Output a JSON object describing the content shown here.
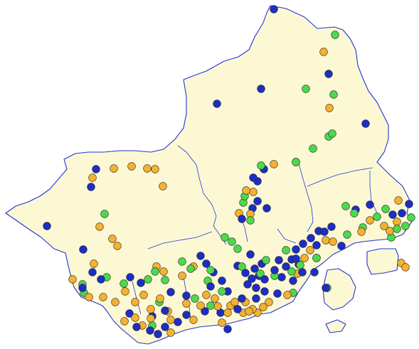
{
  "colors": {
    "land": "#fdf8d4",
    "border": "#1f35d6",
    "background": "#ffffff",
    "marker_stroke": "#2a2a2a"
  },
  "legend": [],
  "marker_categories": [
    {
      "key": "b",
      "color": "#1c2ec4"
    },
    {
      "key": "o",
      "color": "#f5b130"
    },
    {
      "key": "g",
      "color": "#4cd94c"
    }
  ],
  "markers": {
    "b": [
      [
        385,
        13
      ],
      [
        462,
        104
      ],
      [
        367,
        125
      ],
      [
        305,
        146
      ],
      [
        514,
        174
      ],
      [
        135,
        238
      ],
      [
        128,
        263
      ],
      [
        371,
        238
      ],
      [
        362,
        255
      ],
      [
        356,
        250
      ],
      [
        362,
        283
      ],
      [
        355,
        293
      ],
      [
        340,
        308
      ],
      [
        375,
        293
      ],
      [
        66,
        318
      ],
      [
        117,
        351
      ],
      [
        130,
        383
      ],
      [
        142,
        393
      ],
      [
        116,
        405
      ],
      [
        183,
        390
      ],
      [
        198,
        398
      ],
      [
        182,
        441
      ],
      [
        192,
        460
      ],
      [
        211,
        465
      ],
      [
        222,
        470
      ],
      [
        214,
        445
      ],
      [
        232,
        437
      ],
      [
        240,
        411
      ],
      [
        262,
        416
      ],
      [
        282,
        360
      ],
      [
        290,
        371
      ],
      [
        300,
        383
      ],
      [
        296,
        403
      ],
      [
        312,
        395
      ],
      [
        320,
        410
      ],
      [
        334,
        374
      ],
      [
        352,
        358
      ],
      [
        358,
        378
      ],
      [
        368,
        371
      ],
      [
        372,
        393
      ],
      [
        386,
        380
      ],
      [
        392,
        366
      ],
      [
        402,
        375
      ],
      [
        410,
        365
      ],
      [
        416,
        351
      ],
      [
        426,
        343
      ],
      [
        437,
        335
      ],
      [
        448,
        325
      ],
      [
        456,
        326
      ],
      [
        466,
        319
      ],
      [
        445,
        345
      ],
      [
        372,
        410
      ],
      [
        390,
        413
      ],
      [
        412,
        395
      ],
      [
        425,
        383
      ],
      [
        360,
        420
      ],
      [
        348,
        400
      ],
      [
        340,
        420
      ],
      [
        334,
        435
      ],
      [
        310,
        440
      ],
      [
        288,
        438
      ],
      [
        262,
        443
      ],
      [
        250,
        453
      ],
      [
        232,
        460
      ],
      [
        320,
        463
      ],
      [
        442,
        383
      ],
      [
        458,
        405
      ],
      [
        552,
        302
      ],
      [
        575,
        287
      ],
      [
        565,
        300
      ],
      [
        520,
        288
      ],
      [
        500,
        295
      ],
      [
        480,
        346
      ],
      [
        345,
        384
      ],
      [
        354,
        392
      ],
      [
        360,
        405
      ],
      [
        364,
        388
      ],
      [
        396,
        390
      ],
      [
        416,
        364
      ],
      [
        420,
        372
      ]
    ],
    "o": [
      [
        455,
        73
      ],
      [
        463,
        152
      ],
      [
        130,
        250
      ],
      [
        160,
        237
      ],
      [
        185,
        234
      ],
      [
        207,
        237
      ],
      [
        218,
        238
      ],
      [
        229,
        262
      ],
      [
        385,
        231
      ],
      [
        416,
        228
      ],
      [
        346,
        268
      ],
      [
        356,
        270
      ],
      [
        336,
        300
      ],
      [
        352,
        301
      ],
      [
        140,
        319
      ],
      [
        158,
        336
      ],
      [
        165,
        346
      ],
      [
        132,
        371
      ],
      [
        102,
        393
      ],
      [
        125,
        418
      ],
      [
        145,
        418
      ],
      [
        162,
        425
      ],
      [
        176,
        410
      ],
      [
        190,
        425
      ],
      [
        202,
        415
      ],
      [
        212,
        435
      ],
      [
        225,
        420
      ],
      [
        236,
        438
      ],
      [
        240,
        450
      ],
      [
        240,
        468
      ],
      [
        262,
        427
      ],
      [
        272,
        450
      ],
      [
        282,
        430
      ],
      [
        290,
        415
      ],
      [
        302,
        420
      ],
      [
        306,
        431
      ],
      [
        320,
        440
      ],
      [
        330,
        425
      ],
      [
        342,
        440
      ],
      [
        345,
        425
      ],
      [
        355,
        435
      ],
      [
        362,
        440
      ],
      [
        370,
        432
      ],
      [
        378,
        425
      ],
      [
        404,
        415
      ],
      [
        418,
        385
      ],
      [
        428,
        363
      ],
      [
        436,
        352
      ],
      [
        445,
        363
      ],
      [
        458,
        338
      ],
      [
        468,
        340
      ],
      [
        508,
        326
      ],
      [
        520,
        310
      ],
      [
        540,
        318
      ],
      [
        548,
        325
      ],
      [
        558,
        312
      ],
      [
        564,
        370
      ],
      [
        570,
        376
      ],
      [
        350,
        438
      ],
      [
        312,
        454
      ],
      [
        324,
        430
      ],
      [
        256,
        388
      ],
      [
        272,
        375
      ],
      [
        220,
        375
      ],
      [
        230,
        382
      ],
      [
        560,
        282
      ],
      [
        212,
        448
      ],
      [
        175,
        452
      ],
      [
        190,
        447
      ],
      [
        200,
        458
      ]
    ],
    "g": [
      [
        471,
        49
      ],
      [
        430,
        125
      ],
      [
        469,
        133
      ],
      [
        467,
        188
      ],
      [
        462,
        192
      ],
      [
        440,
        209
      ],
      [
        367,
        233
      ],
      [
        416,
        228
      ],
      [
        344,
        276
      ],
      [
        352,
        310
      ],
      [
        147,
        301
      ],
      [
        316,
        334
      ],
      [
        326,
        340
      ],
      [
        334,
        350
      ],
      [
        116,
        400
      ],
      [
        150,
        390
      ],
      [
        174,
        399
      ],
      [
        208,
        393
      ],
      [
        218,
        382
      ],
      [
        232,
        394
      ],
      [
        256,
        368
      ],
      [
        268,
        378
      ],
      [
        296,
        380
      ],
      [
        292,
        395
      ],
      [
        340,
        375
      ],
      [
        366,
        385
      ],
      [
        374,
        366
      ],
      [
        386,
        388
      ],
      [
        402,
        352
      ],
      [
        410,
        382
      ],
      [
        422,
        373
      ],
      [
        445,
        363
      ],
      [
        486,
        290
      ],
      [
        498,
        300
      ],
      [
        488,
        330
      ],
      [
        510,
        320
      ],
      [
        530,
        305
      ],
      [
        542,
        294
      ],
      [
        558,
        322
      ],
      [
        570,
        318
      ],
      [
        214,
        458
      ],
      [
        224,
        425
      ],
      [
        296,
        430
      ],
      [
        312,
        410
      ],
      [
        274,
        420
      ],
      [
        460,
        405
      ],
      [
        578,
        306
      ],
      [
        550,
        334
      ],
      [
        412,
        412
      ],
      [
        118,
        412
      ],
      [
        342,
        285
      ]
    ]
  }
}
